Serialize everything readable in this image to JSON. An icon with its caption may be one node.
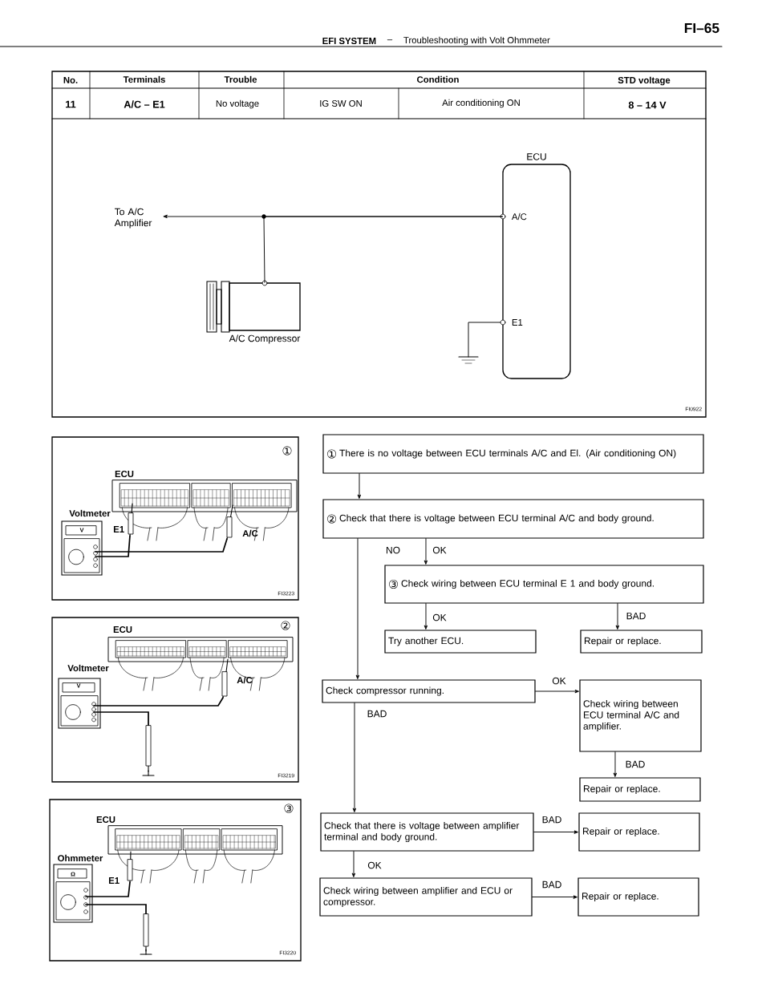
{
  "diagram": {
    "nodes": [
      {
        "text": [
          "ECU"
        ]
      },
      {
        "text": [
          "To A/C Amplifier"
        ]
      },
      {
        "text": [
          "A/C Compressor"
        ]
      },
      {
        "text": [
          "①",
          "There is no voltage between ECU terminals A/C and El. (Air conditioning ON)"
        ]
      },
      {
        "text": [
          "②",
          "Check that there is voltage between ECU terminal A/C and body ground."
        ]
      },
      {
        "text": [
          "③",
          "Check wiring between ECU terminal E 1 and body ground."
        ]
      },
      {
        "text": [
          "Try another ECU."
        ]
      },
      {
        "text": [
          "Repair or replace."
        ]
      },
      {
        "text": [
          "Check compressor running."
        ]
      },
      {
        "text": [
          "Check wiring between ECU terminal A/C and amplifier."
        ]
      },
      {
        "text": [
          "Repair or replace."
        ]
      },
      {
        "text": [
          "Check that there is voltage between amplifier terminal and body ground."
        ]
      },
      {
        "text": [
          "Repair or replace."
        ]
      },
      {
        "text": [
          "Check wiring between amplifier and ECU or compressor."
        ]
      },
      {
        "text": [
          "Repair or replace."
        ]
      }
    ],
    "edges": [
      {
        "from": 0,
        "to": 1,
        "arrow": "to"
      },
      {
        "from": 0,
        "to": 2,
        "arrow": "none"
      },
      {
        "from": 3,
        "to": 4,
        "arrow": "to"
      },
      {
        "from": 4,
        "to": 8,
        "arrow": "to",
        "label": "NO"
      },
      {
        "from": 4,
        "to": 5,
        "arrow": "to",
        "label": "OK"
      },
      {
        "from": 5,
        "to": 6,
        "arrow": "to",
        "label": "OK"
      },
      {
        "from": 5,
        "to": 7,
        "arrow": "to",
        "label": "BAD"
      },
      {
        "from": 8,
        "to": 9,
        "arrow": "to",
        "label": "OK"
      },
      {
        "from": 8,
        "to": 11,
        "arrow": "to",
        "label": "BAD"
      },
      {
        "from": 9,
        "to": 10,
        "arrow": "to",
        "label": "BAD"
      },
      {
        "from": 11,
        "to": 12,
        "arrow": "to",
        "label": "BAD"
      },
      {
        "from": 11,
        "to": 13,
        "arrow": "to",
        "label": "OK"
      },
      {
        "from": 13,
        "to": 14,
        "arrow": "to",
        "label": "BAD"
      }
    ],
    "labels": [
      "FI–65",
      "EFI SYSTEM",
      "–",
      "Troubleshooting with Volt Ohmmeter",
      "No.",
      "Terminals",
      "Trouble",
      "Condition",
      "STD voltage",
      "11",
      "A/C – E1",
      "No voltage",
      "IG SW ON",
      "Air conditioning ON",
      "8 – 14 V",
      "A/C",
      "E1",
      "FI0922",
      "①",
      "ECU",
      "Voltmeter",
      "V",
      "E1",
      "A/C",
      "FI3223",
      "②",
      "ECU",
      "Voltmeter",
      "V",
      "A/C",
      "FI3219",
      "③",
      "ECU",
      "Ohmmeter",
      "Ω",
      "E1",
      "FI3220"
    ]
  }
}
